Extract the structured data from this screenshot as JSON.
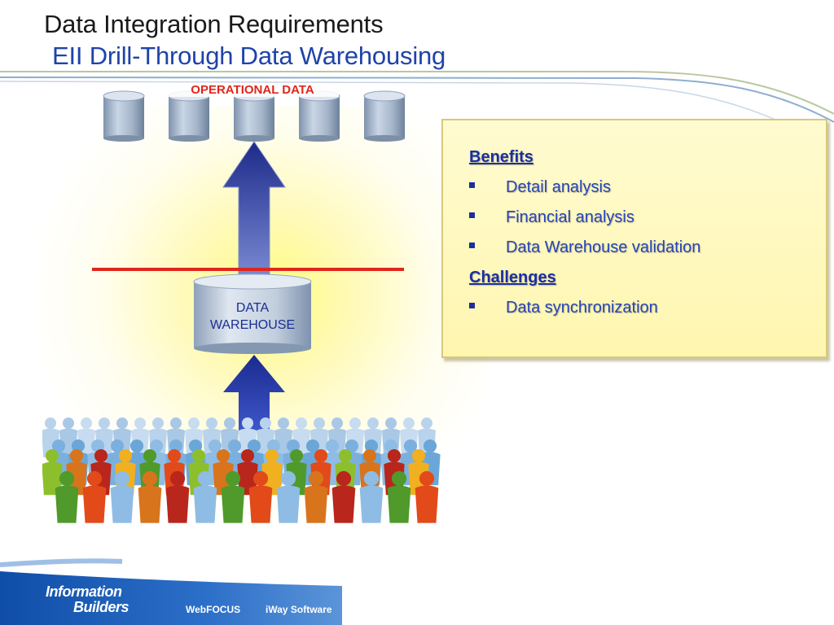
{
  "header": {
    "title": "Data Integration Requirements",
    "subtitle": "EII Drill-Through Data Warehousing"
  },
  "diagram": {
    "operational_label": "OPERATIONAL DATA",
    "operational_db_count": 5,
    "warehouse_line1": "DATA",
    "warehouse_line2": "WAREHOUSE"
  },
  "panel": {
    "benefits_heading": "Benefits",
    "benefits": [
      "Detail analysis",
      "Financial analysis",
      "Data Warehouse validation"
    ],
    "challenges_heading": "Challenges",
    "challenges": [
      "Data synchronization"
    ]
  },
  "footer": {
    "logo_line1": "Information",
    "logo_line2": "Builders",
    "product1": "WebFOCUS",
    "product2": "iWay Software"
  },
  "colors": {
    "accent_red": "#e0261b",
    "title_blue": "#1f43a8",
    "footer_blue": "#1a56b0"
  }
}
